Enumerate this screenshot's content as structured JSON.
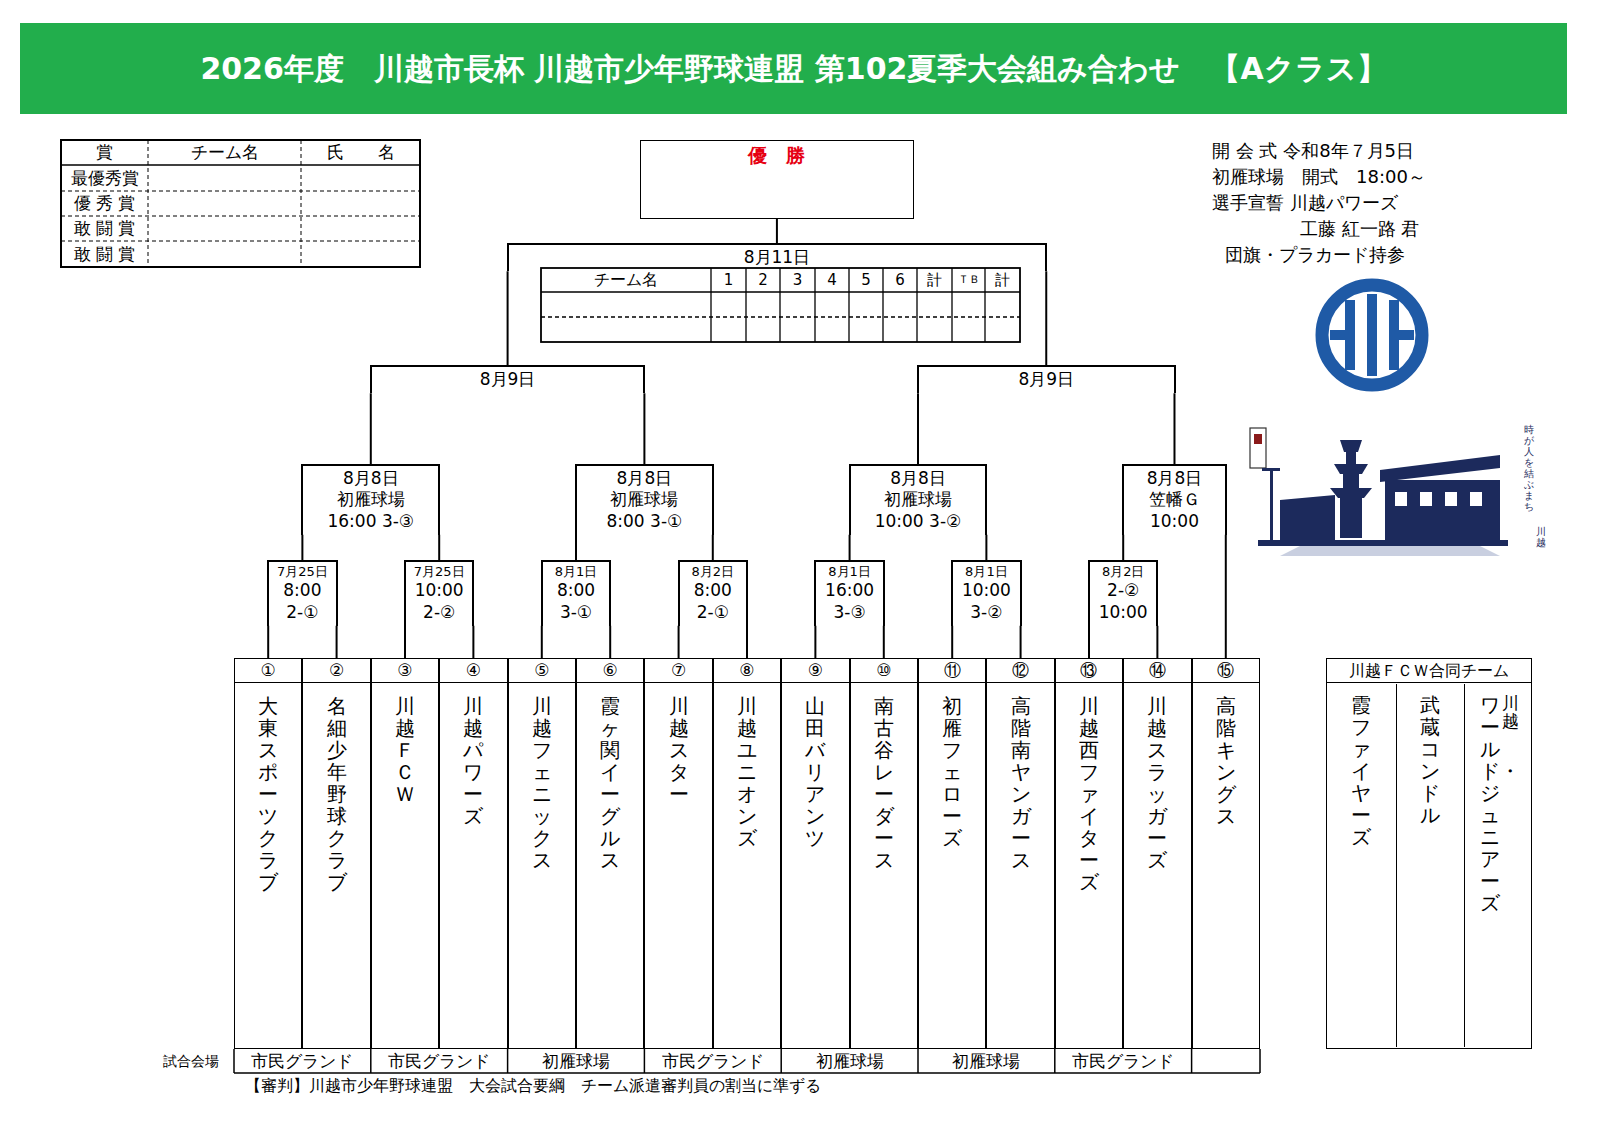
{
  "diagram": {
    "title": "2026年度　川越市長杯 川越市少年野球連盟 第102夏季大会組み合わせ　【Aクラス】",
    "nodes": [
      {
        "text": [
          "優　勝"
        ]
      },
      {
        "text": [
          "8月11日"
        ]
      },
      {
        "text": [
          "8月9日"
        ]
      },
      {
        "text": [
          "8月9日"
        ]
      },
      {
        "text": [
          "8月8日",
          "初雁球場",
          "16:00 3-③"
        ]
      },
      {
        "text": [
          "8月8日",
          "初雁球場",
          "8:00 3-①"
        ]
      },
      {
        "text": [
          "8月8日",
          "初雁球場",
          "10:00 3-②"
        ]
      },
      {
        "text": [
          "8月8日",
          "笠幡Ｇ",
          "10:00"
        ]
      },
      {
        "text": [
          "7月25日",
          "8:00",
          "2-①"
        ]
      },
      {
        "text": [
          "7月25日",
          "10:00",
          "2-②"
        ]
      },
      {
        "text": [
          "8月1日",
          "8:00",
          "3-①"
        ]
      },
      {
        "text": [
          "8月2日",
          "8:00",
          "2-①"
        ]
      },
      {
        "text": [
          "8月1日",
          "16:00",
          "3-③"
        ]
      },
      {
        "text": [
          "8月1日",
          "10:00",
          "3-②"
        ]
      },
      {
        "text": [
          "8月2日",
          "2-②",
          "10:00"
        ]
      },
      {
        "text": [
          "①",
          "大東スポーツクラブ"
        ]
      },
      {
        "text": [
          "②",
          "名細少年野球クラブ"
        ]
      },
      {
        "text": [
          "③",
          "川越ＦＣＷ"
        ]
      },
      {
        "text": [
          "④",
          "川越パワーズ"
        ]
      },
      {
        "text": [
          "⑤",
          "川越フェニックス"
        ]
      },
      {
        "text": [
          "⑥",
          "霞ヶ関イーグルス"
        ]
      },
      {
        "text": [
          "⑦",
          "川越スター"
        ]
      },
      {
        "text": [
          "⑧",
          "川越ユニオンズ"
        ]
      },
      {
        "text": [
          "⑨",
          "山田バリアンツ"
        ]
      },
      {
        "text": [
          "⑩",
          "南古谷レーダース"
        ]
      },
      {
        "text": [
          "⑪",
          "初雁フェローズ"
        ]
      },
      {
        "text": [
          "⑫",
          "高階南ヤンガース"
        ]
      },
      {
        "text": [
          "⑬",
          "川越西ファイターズ"
        ]
      },
      {
        "text": [
          "⑭",
          "川越スラッガーズ"
        ]
      },
      {
        "text": [
          "⑮",
          "高階キングス"
        ]
      },
      {
        "text": [
          "川越ＦＣＷ合同チーム"
        ]
      },
      {
        "text": [
          "霞ファイヤーズ"
        ],
        "in": 30
      },
      {
        "text": [
          "武蔵コンドル"
        ],
        "in": 30
      },
      {
        "text": [
          "川越",
          "ワールド・ジュニアーズ"
        ],
        "in": 30
      }
    ],
    "edges": [
      {
        "from": 15,
        "to": 8,
        "arrow": "none"
      },
      {
        "from": 16,
        "to": 8,
        "arrow": "none"
      },
      {
        "from": 17,
        "to": 9,
        "arrow": "none"
      },
      {
        "from": 18,
        "to": 9,
        "arrow": "none"
      },
      {
        "from": 19,
        "to": 10,
        "arrow": "none"
      },
      {
        "from": 20,
        "to": 10,
        "arrow": "none"
      },
      {
        "from": 21,
        "to": 11,
        "arrow": "none"
      },
      {
        "from": 22,
        "to": 11,
        "arrow": "none"
      },
      {
        "from": 23,
        "to": 12,
        "arrow": "none"
      },
      {
        "from": 24,
        "to": 12,
        "arrow": "none"
      },
      {
        "from": 25,
        "to": 13,
        "arrow": "none"
      },
      {
        "from": 26,
        "to": 13,
        "arrow": "none"
      },
      {
        "from": 27,
        "to": 14,
        "arrow": "none"
      },
      {
        "from": 28,
        "to": 14,
        "arrow": "none"
      },
      {
        "from": 29,
        "to": 7,
        "arrow": "none"
      },
      {
        "from": 8,
        "to": 4,
        "arrow": "none"
      },
      {
        "from": 9,
        "to": 4,
        "arrow": "none"
      },
      {
        "from": 10,
        "to": 5,
        "arrow": "none"
      },
      {
        "from": 11,
        "to": 5,
        "arrow": "none"
      },
      {
        "from": 12,
        "to": 6,
        "arrow": "none"
      },
      {
        "from": 13,
        "to": 6,
        "arrow": "none"
      },
      {
        "from": 14,
        "to": 7,
        "arrow": "none"
      },
      {
        "from": 4,
        "to": 2,
        "arrow": "none"
      },
      {
        "from": 5,
        "to": 2,
        "arrow": "none"
      },
      {
        "from": 6,
        "to": 3,
        "arrow": "none"
      },
      {
        "from": 7,
        "to": 3,
        "arrow": "none"
      },
      {
        "from": 2,
        "to": 1,
        "arrow": "none"
      },
      {
        "from": 3,
        "to": 1,
        "arrow": "none"
      },
      {
        "from": 1,
        "to": 0,
        "arrow": "none"
      }
    ],
    "labels": [
      "賞",
      "チーム名",
      "氏　　名",
      "最優秀賞",
      "優 秀 賞",
      "敢 闘 賞",
      "敢 闘 賞",
      "チーム名",
      "1",
      "2",
      "3",
      "4",
      "5",
      "6",
      "計",
      "ＴＢ",
      "計",
      "開 会 式 令和8年７月5日",
      "初雁球場　開式　18:00～",
      "選手宣誓 川越パワーズ",
      "工藤 紅一路 君",
      "団旗・プラカード持参",
      "時が人を結ぶまち",
      "川越",
      "試合会場",
      "市民グランド",
      "市民グランド",
      "初雁球場",
      "市民グランド",
      "初雁球場",
      "初雁球場",
      "市民グランド",
      "【審判】川越市少年野球連盟　大会試合要綱　チーム派遣審判員の割当に準ずる"
    ]
  }
}
